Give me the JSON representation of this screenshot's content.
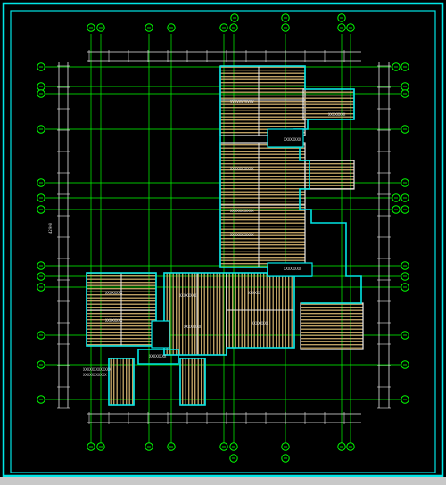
{
  "drawing": {
    "background": "#000000",
    "frame_color": "#00e5e5",
    "axis_color": "#00ff00",
    "wall_color": "#e8e8e8",
    "outline_color": "#00e5e5",
    "hatch_color": "#c9a96a",
    "dim_color": "#e8e8e8"
  },
  "labels": {
    "total_dim_left": "42900",
    "legend_line1": "XXXXXXXXXXXXX",
    "legend_line2": "XXXXXXXXXXX"
  },
  "rooms": [
    {
      "id": "r1",
      "label": "XXXXXXXXXXX"
    },
    {
      "id": "r2",
      "label": "XXXXXXXXXXX"
    },
    {
      "id": "r3",
      "label": "XXXXXXXX"
    },
    {
      "id": "r4",
      "label": "XXXXXXXX"
    },
    {
      "id": "r5",
      "label": "XXXXXXXXXXX"
    },
    {
      "id": "r6",
      "label": "XXXXXXXXXXX"
    },
    {
      "id": "r7",
      "label": "XXXXXXXX"
    },
    {
      "id": "r8",
      "label": "XXXXXXXX"
    },
    {
      "id": "r9",
      "label": "XXXXXXXX"
    },
    {
      "id": "r10",
      "label": "XXXXXXXX"
    },
    {
      "id": "r11",
      "label": "XXXXXX"
    },
    {
      "id": "r12",
      "label": "XXXXXXXX"
    },
    {
      "id": "r13",
      "label": "XXXXXXXX"
    },
    {
      "id": "r14",
      "label": "XXXXXXXX"
    }
  ]
}
